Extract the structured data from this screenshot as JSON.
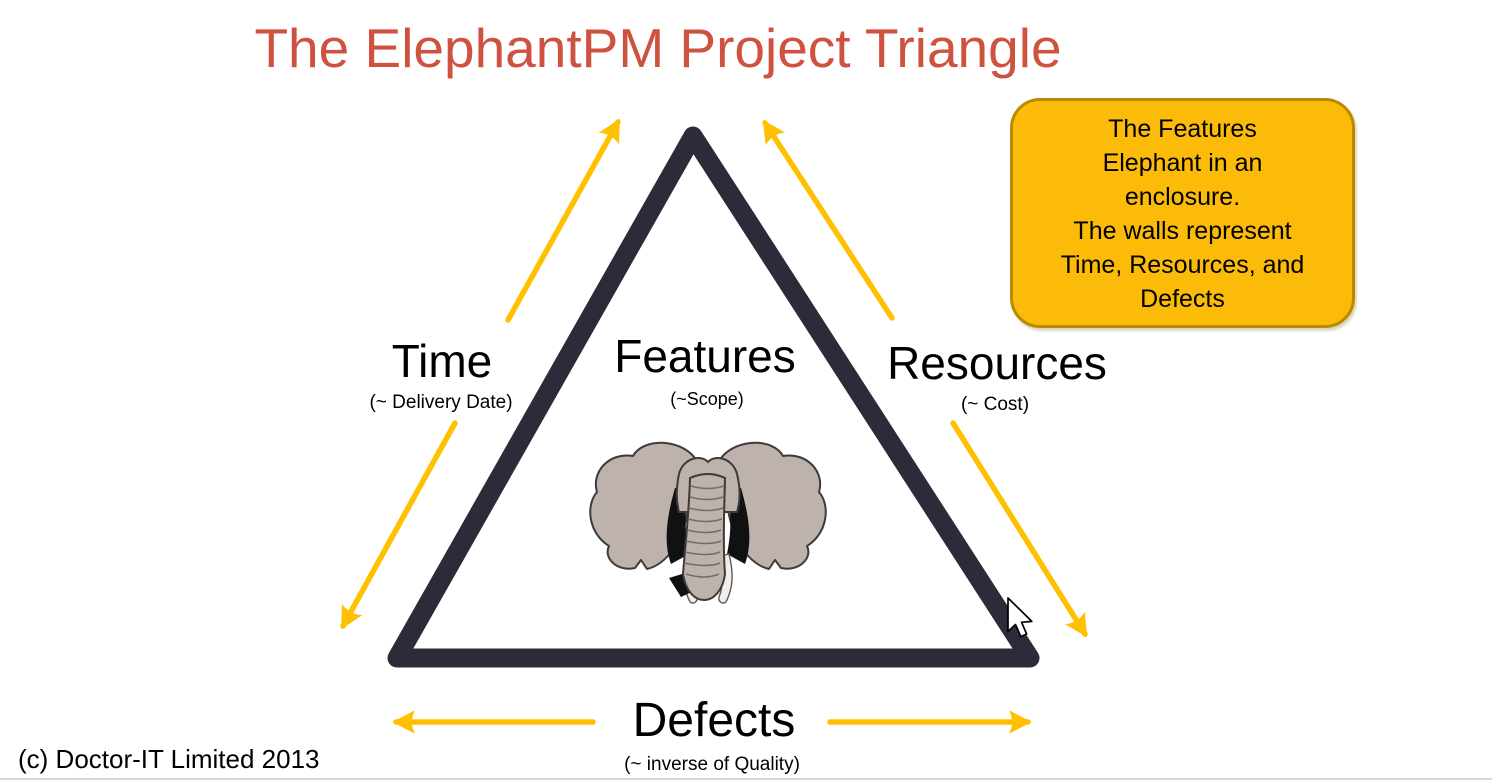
{
  "title": "The ElephantPM Project Triangle",
  "triangle": {
    "sides": [
      {
        "id": "left",
        "label": "Time",
        "sublabel": "(~ Delivery Date)"
      },
      {
        "id": "top",
        "label": "Features",
        "sublabel": "(~Scope)"
      },
      {
        "id": "right",
        "label": "Resources",
        "sublabel": "(~ Cost)"
      },
      {
        "id": "bottom",
        "label": "Defects",
        "sublabel": "(~ inverse of Quality)"
      }
    ]
  },
  "callout": {
    "lines": [
      "The Features",
      "Elephant in an",
      "enclosure.",
      "The walls represent",
      "Time, Resources, and",
      "Defects"
    ]
  },
  "footer": {
    "copyright": "(c) Doctor-IT Limited 2013"
  },
  "icons": {
    "center_image": "elephant-head",
    "pointer": "arrow-cursor"
  },
  "colors": {
    "title_red": "#CF5240",
    "triangle_dark": "#2B2B39",
    "arrow_gold": "#FFC000",
    "callout_fill": "#FBBB08",
    "callout_border": "#BA8B00",
    "elephant_gray": "#BDB2AC"
  }
}
